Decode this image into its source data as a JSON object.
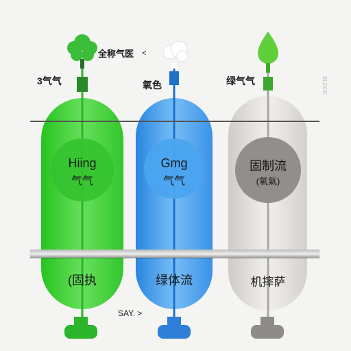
{
  "colors": {
    "green": "#3fcf3a",
    "green_dark": "#2bb52b",
    "blue": "#3c97e8",
    "blue_dark": "#2f7fd8",
    "gray": "#d9d6d2",
    "gray_dark": "#8e8b88",
    "rail": "#555555"
  },
  "top_labels": {
    "green_side": "3气气",
    "green_top": "全称气医",
    "blue_side": "氧色",
    "gray_side": "绿气气",
    "far_right": "BLOCK"
  },
  "columns": [
    {
      "key": "green",
      "icon": "tree-icon",
      "circle_title": "Hiing",
      "circle_sub": "气气",
      "bottom_label": "(固执"
    },
    {
      "key": "blue",
      "icon": "cloud-icon",
      "circle_title": "Gmg",
      "circle_sub": "气气",
      "bottom_label": "绿体流"
    },
    {
      "key": "gray",
      "icon": "drop-icon",
      "circle_title": "固制流",
      "circle_sub": "(氧氣)",
      "bottom_label": "机摔萨"
    }
  ],
  "bottom_note": "SAY. >"
}
